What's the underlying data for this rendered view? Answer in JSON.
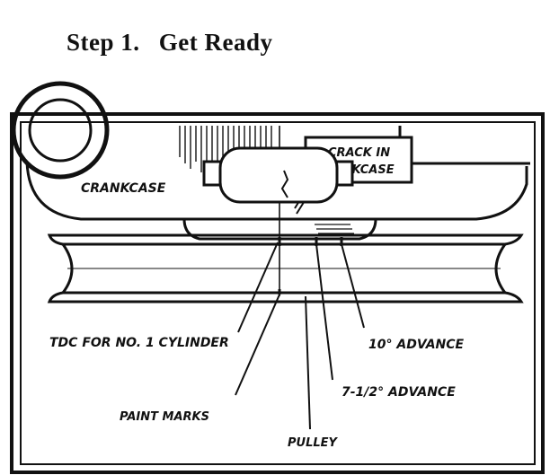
{
  "heading": {
    "step": "Step 1.",
    "title": "Get Ready"
  },
  "labels": {
    "crack_line1": "CRACK IN",
    "crack_line2": "CRANKCASE",
    "crankcase": "CRANKCASE",
    "tdc": "TDC FOR NO. 1 CYLINDER",
    "advance10": "10° ADVANCE",
    "advance7": "7-1/2° ADVANCE",
    "paint": "PAINT MARKS",
    "pulley": "PULLEY"
  }
}
